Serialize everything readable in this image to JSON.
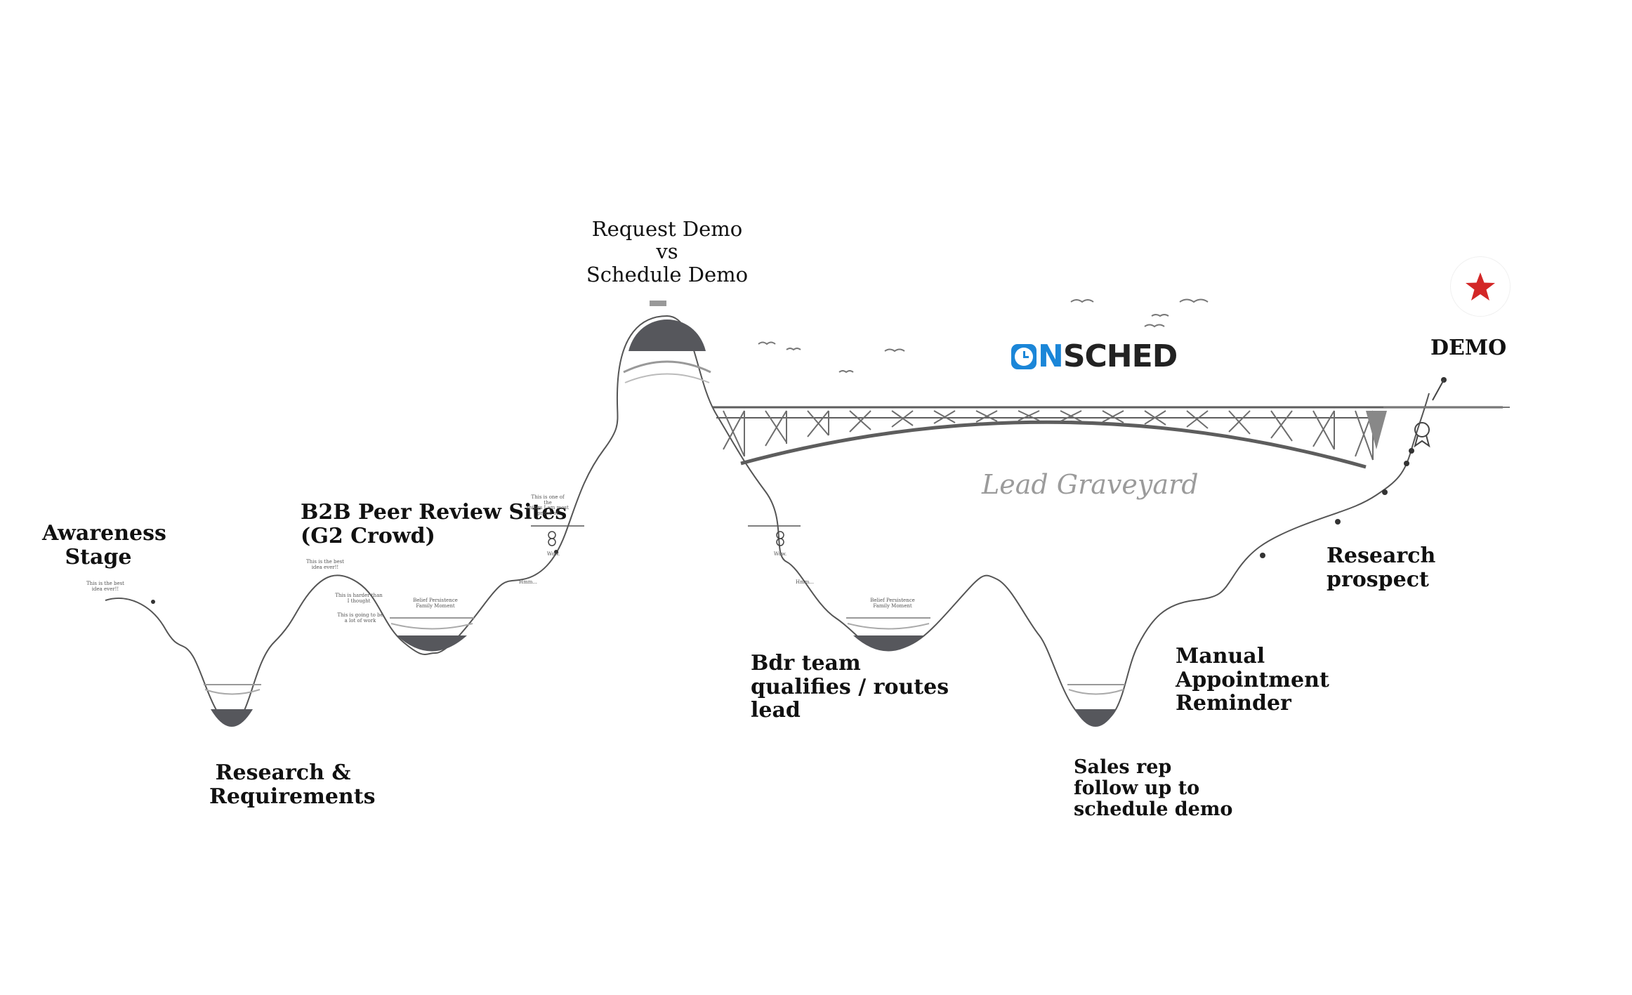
{
  "peak": {
    "title": "Request Demo\nvs\nSchedule Demo"
  },
  "stages": {
    "awareness": "Awareness\nStage",
    "research_requirements": "Research &\nRequirements",
    "peer_review": "B2B Peer Review Sites\n(G2 Crowd)",
    "bdr_team": "Bdr team\nqualifies / routes\nlead",
    "sales_rep": "Sales rep\nfollow up to\nschedule demo",
    "manual_reminder": "Manual\nAppointment\nReminder",
    "research_prospect": "Research\nprospect",
    "demo": "DEMO"
  },
  "graveyard": {
    "label": "Lead Graveyard"
  },
  "logo": {
    "n": "N",
    "rest": "SCHED"
  },
  "small_notes": {
    "best_idea": "This is the best\nidea ever!!",
    "best_idea_2": "This is the best\nidea ever!!",
    "harder": "This is harder than\nI thought",
    "work": "This is going to be\na lot of work",
    "resistance": "Belief Persistence\nFamily Moment",
    "resistance_2": "Belief Persistence\nFamily Moment",
    "proud": "This is one of the\nthings I am most\nproud of",
    "hmm": "Hmm...",
    "hmm_2": "Hmm...",
    "wow": "Wow.",
    "wow_2": "Wow."
  },
  "colors": {
    "curve": "#555555",
    "valley_fill": "#56575c",
    "bridge": "#5d5d5d",
    "star": "#d32727",
    "logo_blue": "#1b86d8"
  },
  "icons": {
    "star": "star-icon",
    "medal": "medal-icon",
    "birds": "birds-icon",
    "bridge": "bridge-icon"
  }
}
